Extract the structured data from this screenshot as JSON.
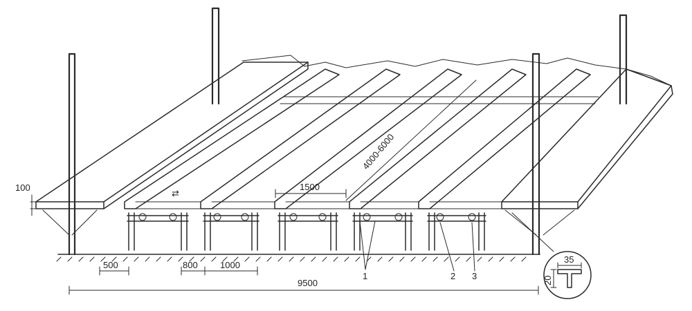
{
  "dimensions": {
    "bed_length": "4000-6000",
    "bed_width": "1500",
    "lower_spacing": "800",
    "lower_clear": "1000",
    "frame_offset": "500",
    "overall_width": "9500",
    "board_thickness": "100",
    "detail_width": "35",
    "detail_height": "20"
  },
  "callouts": {
    "first": "1",
    "second": "2",
    "third": "3"
  },
  "arrows": {
    "motion": "⇄"
  }
}
